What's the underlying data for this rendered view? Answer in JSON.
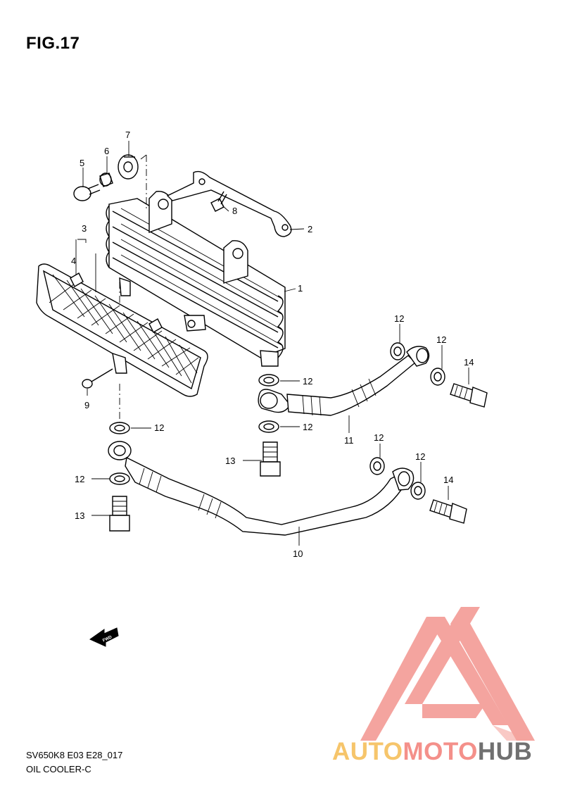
{
  "figure": {
    "title": "FIG.17"
  },
  "callouts": [
    {
      "id": "1",
      "label": "1"
    },
    {
      "id": "2",
      "label": "2"
    },
    {
      "id": "3",
      "label": "3"
    },
    {
      "id": "4",
      "label": "4"
    },
    {
      "id": "5",
      "label": "5"
    },
    {
      "id": "6",
      "label": "6"
    },
    {
      "id": "7",
      "label": "7"
    },
    {
      "id": "8",
      "label": "8"
    },
    {
      "id": "9",
      "label": "9"
    },
    {
      "id": "10",
      "label": "10"
    },
    {
      "id": "11",
      "label": "11"
    },
    {
      "id": "12a",
      "label": "12"
    },
    {
      "id": "12b",
      "label": "12"
    },
    {
      "id": "12c",
      "label": "12"
    },
    {
      "id": "12d",
      "label": "12"
    },
    {
      "id": "12e",
      "label": "12"
    },
    {
      "id": "12f",
      "label": "12"
    },
    {
      "id": "12g",
      "label": "12"
    },
    {
      "id": "12h",
      "label": "12"
    },
    {
      "id": "13a",
      "label": "13"
    },
    {
      "id": "13b",
      "label": "13"
    },
    {
      "id": "14a",
      "label": "14"
    },
    {
      "id": "14b",
      "label": "14"
    }
  ],
  "fwd_label": "FWD",
  "footer": {
    "code": "SV650K8 E03 E28_017",
    "name": "OIL COOLER-C"
  },
  "brand": {
    "part1": "AUTO",
    "part2": "MOTO",
    "part3": "HUB",
    "colors": {
      "auto": "#f6c56b",
      "moto": "#f4908a",
      "hub": "#707070",
      "logo": "#f4a09a"
    }
  }
}
